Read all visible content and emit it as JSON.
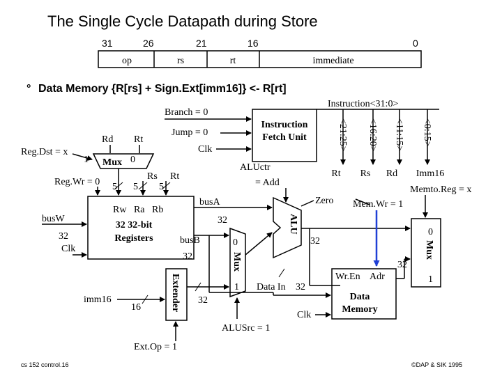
{
  "slide": {
    "title": "The Single Cycle Datapath during Store",
    "bullet_mark": "°",
    "bullet_text": "Data Memory {R[rs] + Sign.Ext[imm16]} <- R[rt]",
    "footer_left": "cs 152 control.16",
    "footer_right": "©DAP & SIK 1995"
  },
  "instruction_format": {
    "bit_labels": [
      "31",
      "26",
      "21",
      "16",
      "0"
    ],
    "fields": [
      "op",
      "rs",
      "rt",
      "immediate"
    ]
  },
  "control": {
    "branch": "Branch = 0",
    "jump": "Jump = 0",
    "clk_ifu": "Clk",
    "regdst": "Reg.Dst = x",
    "regwr": "Reg.Wr = 0",
    "aluctr_1": "ALUctr",
    "aluctr_2": "= Add",
    "memtoreg": "Memto.Reg = x",
    "memwr": "Mem.Wr = 1",
    "alusrc": "ALUSrc = 1",
    "extop": "Ext.Op = 1"
  },
  "ifu": {
    "line1": "Instruction",
    "line2": "Fetch Unit",
    "instr_bus": "Instruction<31:0>",
    "fields": [
      "<21:25>",
      "<16:20>",
      "<11:15>",
      "<0:15>"
    ],
    "field_names": [
      "Rt",
      "Rs",
      "Rd",
      "Imm16"
    ]
  },
  "regdst_mux": {
    "in_rd": "Rd",
    "in_rt": "Rt",
    "one": "1",
    "label": "Mux",
    "zero": "0"
  },
  "regfile": {
    "rs": "Rs",
    "rt": "Rt",
    "width_a": "5",
    "width_b": "5",
    "width_c": "5",
    "ports": "Rw   Ra   Rb",
    "line2": "32 32-bit",
    "line3": "Registers",
    "busW": "busW",
    "busW_width": "32",
    "clk": "Clk"
  },
  "buses": {
    "busA": "busA",
    "busA_width": "32",
    "busB": "busB",
    "busB_width": "32",
    "alu_out_width": "32",
    "mem_in_width": "32",
    "mem_out_width": "32",
    "imm16": "imm16",
    "imm16_width": "16",
    "ext_width": "32"
  },
  "alusrc_mux": {
    "zero": "0",
    "label": "Mux",
    "one": "1"
  },
  "extender": {
    "label": "Extender"
  },
  "alu": {
    "label": "ALU",
    "zero": "Zero"
  },
  "data_memory": {
    "wren": "Wr.En",
    "adr": "Adr",
    "data_in": "Data In",
    "line1": "Data",
    "line2": "Memory",
    "clk": "Clk"
  },
  "memtoreg_mux": {
    "zero": "0",
    "label": "Mux",
    "one": "1"
  },
  "colors": {
    "ink": "#000000",
    "highlight": "#1f3fd6",
    "background": "#ffffff"
  }
}
